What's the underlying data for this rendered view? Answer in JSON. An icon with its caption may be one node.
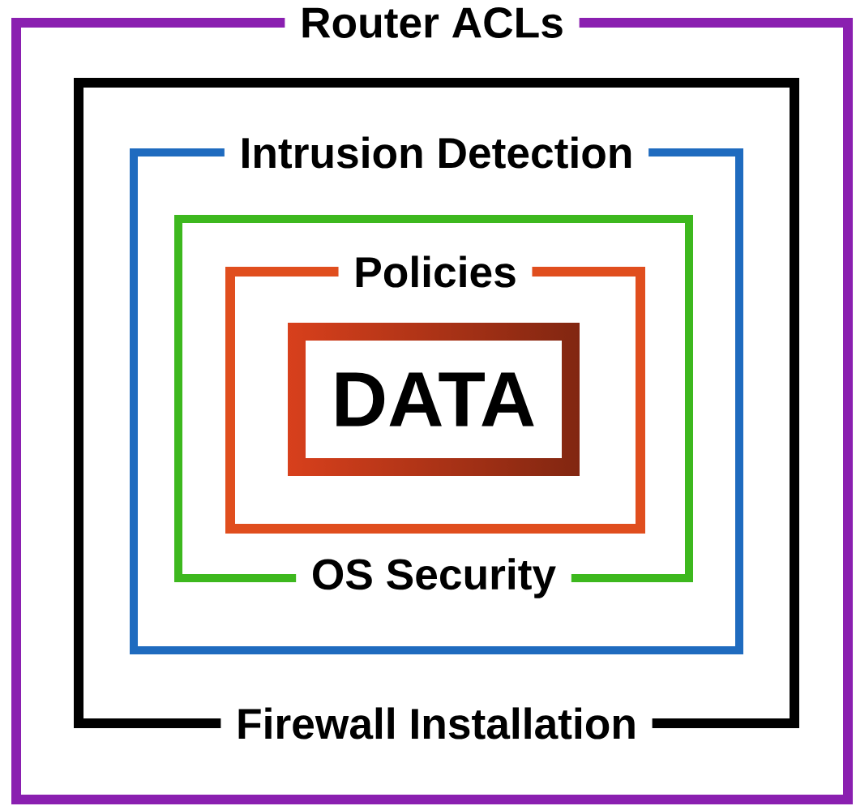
{
  "diagram": {
    "nodes": [
      {
        "text": [
          "Router ACLs"
        ]
      },
      {
        "text": [
          "Firewall Installation"
        ],
        "in": 0
      },
      {
        "text": [
          "Intrusion Detection"
        ],
        "in": 1
      },
      {
        "text": [
          "OS Security"
        ],
        "in": 2
      },
      {
        "text": [
          "Policies"
        ],
        "in": 3
      },
      {
        "text": [
          "DATA"
        ],
        "in": 4
      }
    ]
  }
}
